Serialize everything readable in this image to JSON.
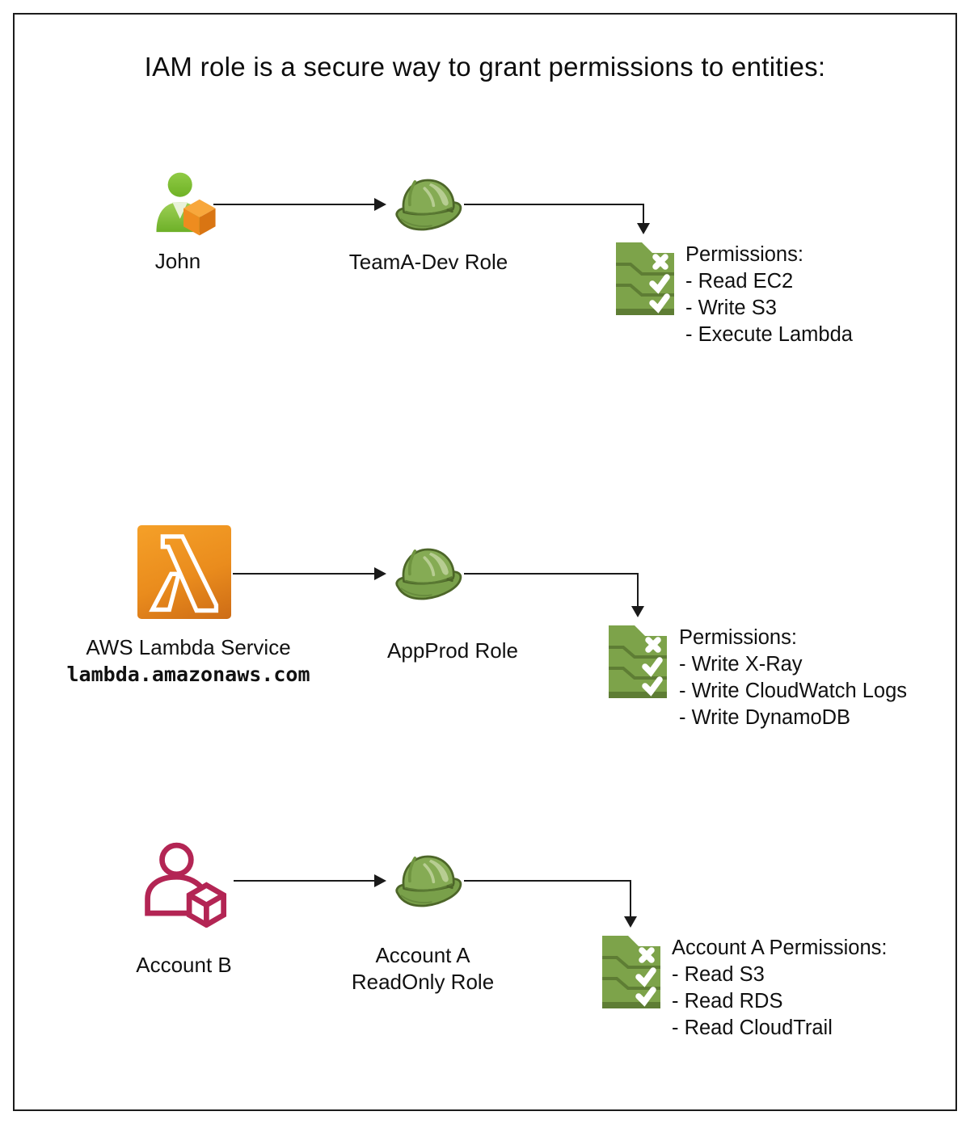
{
  "title": "IAM role is a secure way to grant permissions to entities:",
  "rows": [
    {
      "entity_label": "John",
      "entity_icon": "user-with-cube-icon",
      "role_icon": "hard-hat-icon",
      "role_lines": [
        "TeamA-Dev Role"
      ],
      "permissions_icon": "policy-document-icon",
      "permissions_title": "Permissions:",
      "permissions": [
        "- Read EC2",
        "- Write S3",
        "- Execute Lambda"
      ]
    },
    {
      "entity_label": "AWS Lambda Service",
      "entity_sub": "lambda.amazonaws.com",
      "entity_icon": "aws-lambda-icon",
      "role_icon": "hard-hat-icon",
      "role_lines": [
        "AppProd Role"
      ],
      "permissions_icon": "policy-document-icon",
      "permissions_title": "Permissions:",
      "permissions": [
        "- Write X-Ray",
        "- Write CloudWatch Logs",
        "- Write DynamoDB"
      ]
    },
    {
      "entity_label": "Account B",
      "entity_icon": "external-account-cube-icon",
      "role_icon": "hard-hat-icon",
      "role_lines": [
        "Account A",
        "ReadOnly Role"
      ],
      "permissions_icon": "policy-document-icon",
      "permissions_title": "Account A Permissions:",
      "permissions": [
        "- Read S3",
        "- Read RDS",
        "- Read CloudTrail"
      ]
    }
  ],
  "colors": {
    "background": "#ffffff",
    "border": "#1c1c1c",
    "arrow": "#1a1a1a",
    "role_green": "#7da34a",
    "role_green_dark": "#4d6629",
    "role_green_highlight": "#b7cd92",
    "policy_green": "#7da34a",
    "policy_green_dark": "#5e7d34",
    "user_green": "#7cbf33",
    "cube_orange": "#ee8c1f",
    "lambda_orange_light": "#f5a028",
    "lambda_orange_dark": "#cd6c16",
    "account_crimson": "#b32554",
    "text": "#111111"
  }
}
